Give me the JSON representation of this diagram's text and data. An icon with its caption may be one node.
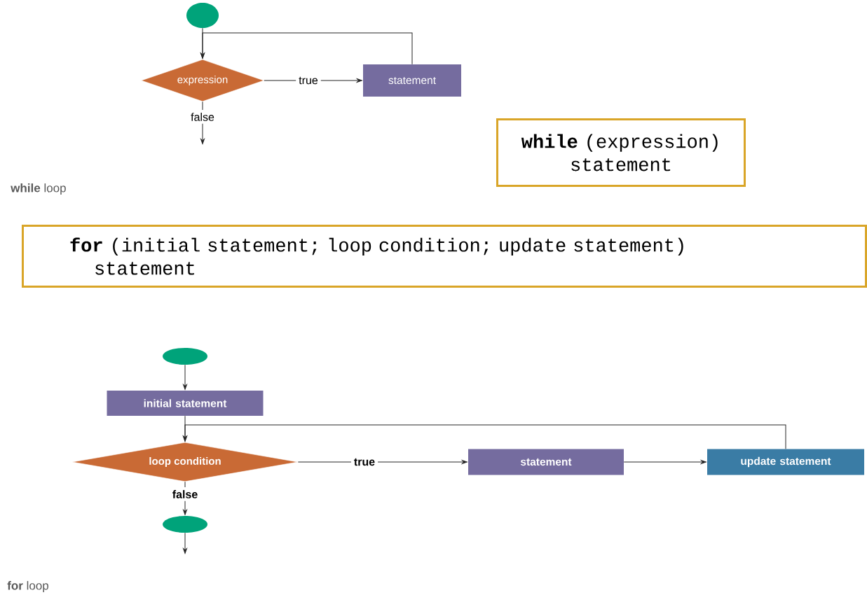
{
  "diagram": {
    "nodes": [
      {
        "text": [],
        "shape": "circle"
      },
      {
        "text": [
          "expression"
        ]
      },
      {
        "text": [
          "statement"
        ]
      },
      {
        "text": [
          "**while** (expression) statement"
        ]
      },
      {
        "text": [
          "**for** (initial statement; loop condition; update statement) statement"
        ]
      },
      {
        "text": [],
        "shape": "circle"
      },
      {
        "text": [
          "initial statement"
        ]
      },
      {
        "text": [
          "loop condition"
        ]
      },
      {
        "text": [
          "statement"
        ]
      },
      {
        "text": [
          "update statement"
        ]
      },
      {
        "text": [],
        "shape": "circle"
      }
    ],
    "edges": [
      {
        "from": 0,
        "to": 1,
        "arrow": "to"
      },
      {
        "from": 1,
        "to": 2,
        "arrow": "to",
        "label": "true"
      },
      {
        "from": 2,
        "to": 1,
        "arrow": "to"
      },
      {
        "from": 1,
        "to": null,
        "arrow": "to",
        "label": "false"
      },
      {
        "from": 5,
        "to": 6,
        "arrow": "to"
      },
      {
        "from": 6,
        "to": 7,
        "arrow": "to"
      },
      {
        "from": 7,
        "to": 8,
        "arrow": "to",
        "label": "true"
      },
      {
        "from": 8,
        "to": 9,
        "arrow": "to"
      },
      {
        "from": 9,
        "to": 7,
        "arrow": "to"
      },
      {
        "from": 7,
        "to": 10,
        "arrow": "to",
        "label": "false"
      },
      {
        "from": 10,
        "to": null,
        "arrow": "to"
      }
    ],
    "labels": [
      "**while** loop",
      "**for** loop"
    ]
  }
}
